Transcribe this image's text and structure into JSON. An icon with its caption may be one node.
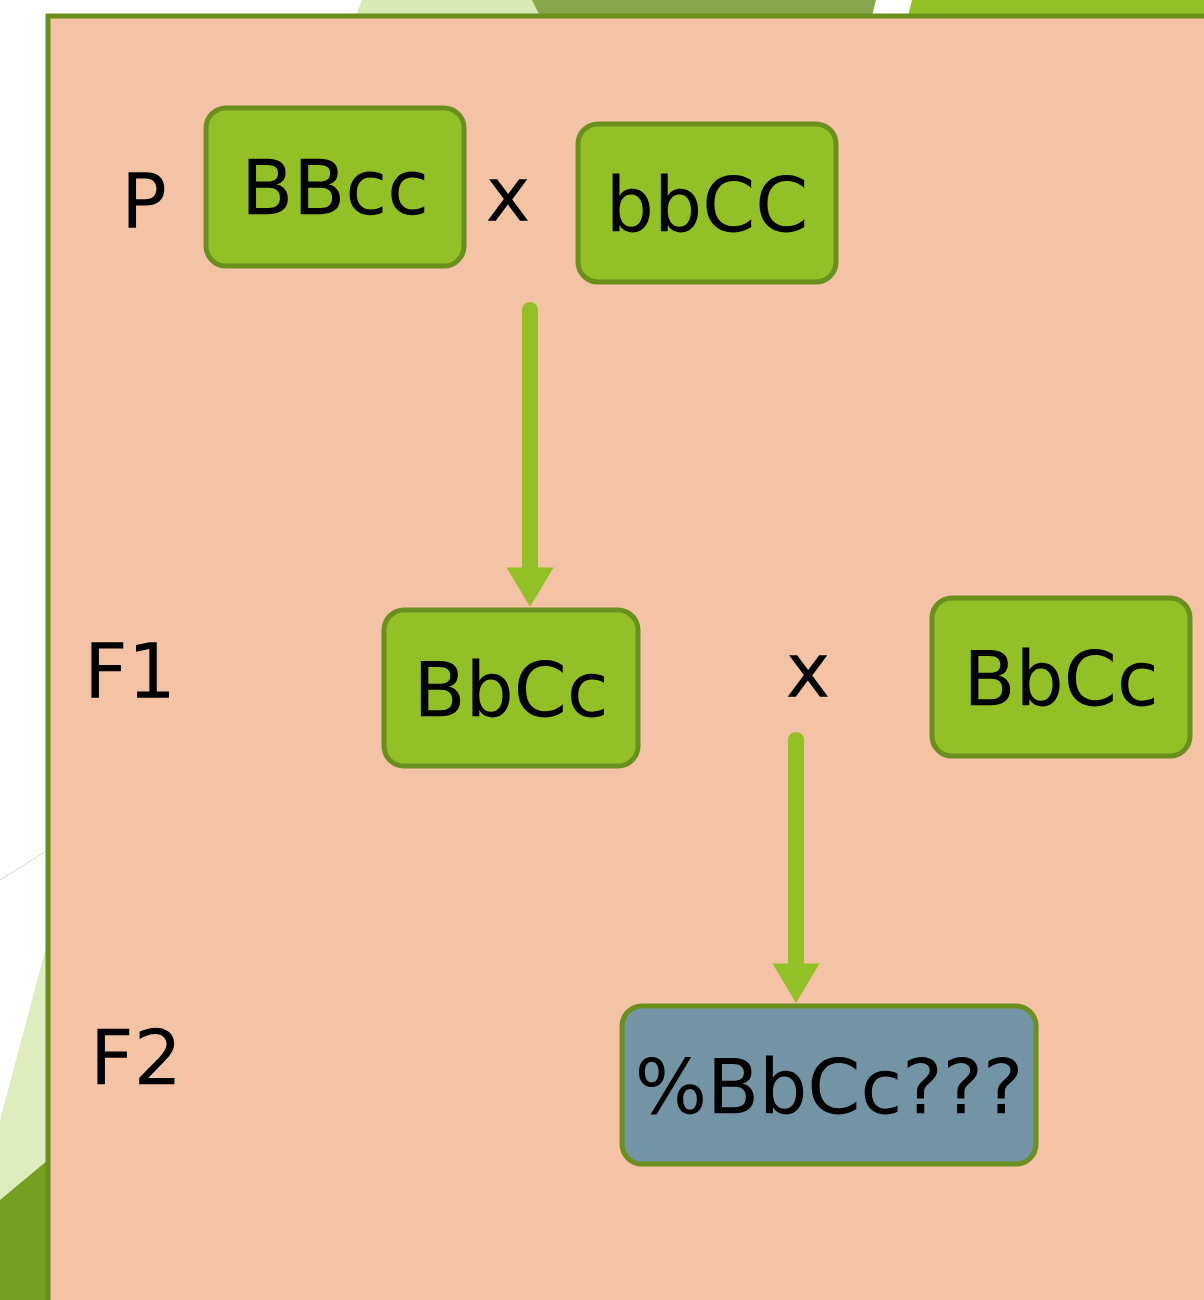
{
  "diagram": {
    "nodes": [
      {
        "text": [
          "BBcc"
        ]
      },
      {
        "text": [
          "bbCC"
        ]
      },
      {
        "text": [
          "BbCc"
        ]
      },
      {
        "text": [
          "BbCc"
        ]
      },
      {
        "text": [
          "%BbCc???"
        ]
      }
    ],
    "edges": [
      {
        "from": null,
        "to": 2,
        "arrow": "to"
      },
      {
        "from": null,
        "to": 4,
        "arrow": "to"
      }
    ],
    "labels": [
      "P",
      "x",
      "F1",
      "x",
      "F2"
    ]
  }
}
